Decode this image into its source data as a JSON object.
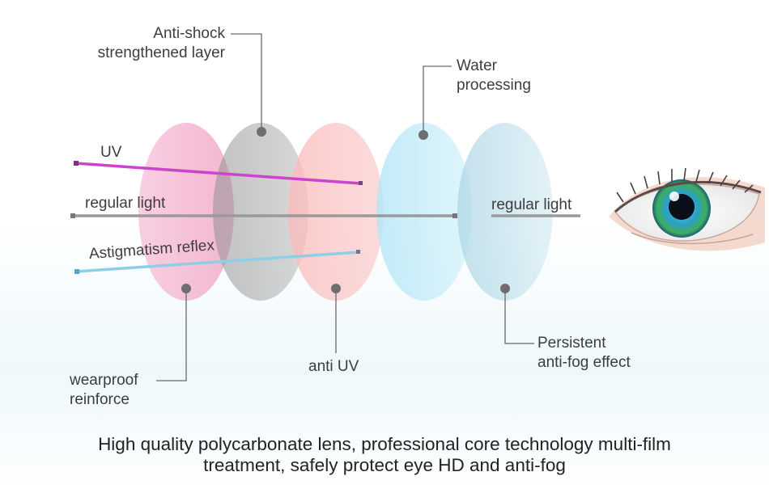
{
  "lens_layers": [
    {
      "name": "pink-lens",
      "color": "#f6bcd6"
    },
    {
      "name": "gray-lens",
      "color": "#b8b8b8"
    },
    {
      "name": "salmon-lens",
      "color": "#fbc4c4"
    },
    {
      "name": "aqua-lens",
      "color": "#c4ecf8"
    },
    {
      "name": "blue-lens",
      "color": "#c2e2ee"
    }
  ],
  "callouts": {
    "anti_shock_line1": "Anti-shock",
    "anti_shock_line2": "strengthened layer",
    "water_line1": "Water",
    "water_line2": "processing",
    "wearproof_line1": "wearproof",
    "wearproof_line2": "reinforce",
    "anti_uv": "anti UV",
    "antifog_line1": "Persistent",
    "antifog_line2": "anti-fog effect"
  },
  "rays": {
    "uv": {
      "label": "UV",
      "color": "#cc44cc"
    },
    "regular_in": {
      "label": "regular light",
      "color": "#9a9a9a"
    },
    "regular_out": {
      "label": "regular light",
      "color": "#9a9a9a"
    },
    "astig": {
      "label": "Astigmatism reflex",
      "color": "#8ecfe8"
    }
  },
  "eye": {
    "iris_color": "#2a9fc6",
    "pupil_color": "#0b0f1a"
  },
  "caption": {
    "line1": "High quality polycarbonate lens, professional core technology multi-film",
    "line2": "treatment, safely protect eye  HD and anti-fog"
  }
}
